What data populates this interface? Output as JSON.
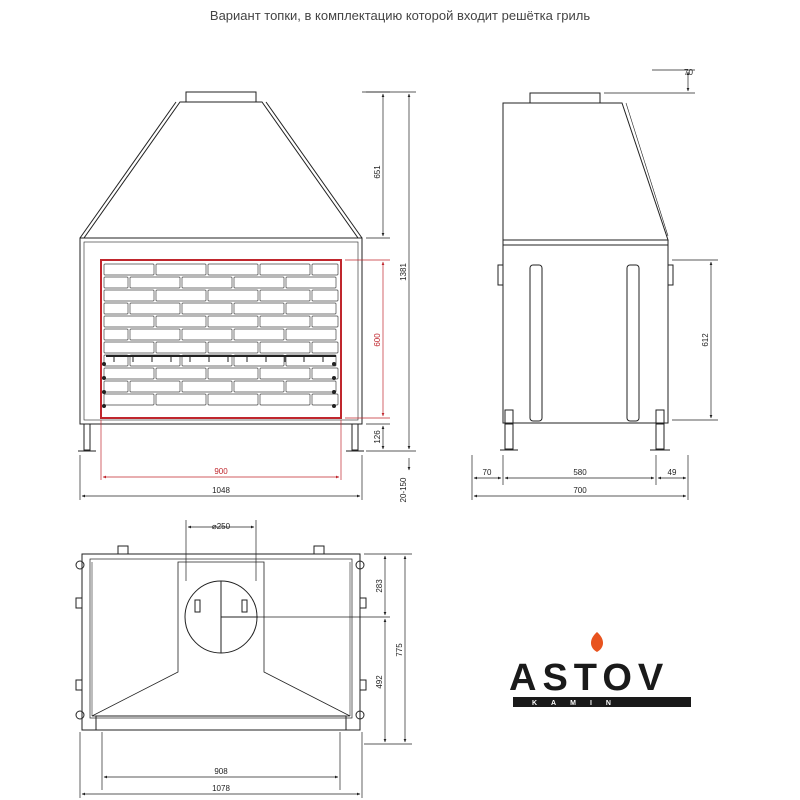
{
  "caption": "Вариант топки, в комплектацию которой входит решётка гриль",
  "front_view": {
    "dims": {
      "width_total": "1048",
      "width_opening": "900",
      "height_total": "1381",
      "height_hood": "651",
      "height_opening": "600",
      "height_base": "126",
      "legs": "20-150"
    }
  },
  "side_view": {
    "dims": {
      "top_offset": "70",
      "height_side": "612",
      "left_offset": "70",
      "middle": "580",
      "right_offset": "49",
      "depth_total": "700"
    }
  },
  "top_view": {
    "dims": {
      "flue_diameter": "⌀250",
      "depth_front": "283",
      "depth_rear": "492",
      "depth_total": "775",
      "width_inner": "908",
      "width_total": "1078"
    }
  },
  "logo": {
    "brand": "ASTOV",
    "sub": "KAMIN",
    "colors": {
      "flame": "#e8531e",
      "text": "#1a1a1a"
    }
  },
  "colors": {
    "line": "#222222",
    "accent_red": "#c0262d"
  }
}
